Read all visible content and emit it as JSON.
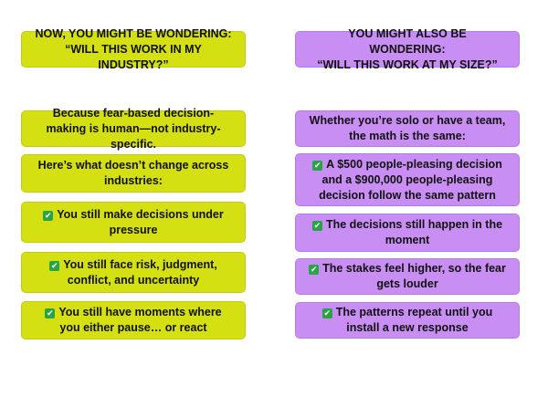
{
  "left": {
    "header": "NOW, YOU MIGHT BE WONDERING:\n“WILL THIS WORK IN MY INDUSTRY?”",
    "cards": [
      {
        "text": "Because fear-based decision-making is human—not industry-specific.",
        "check": false
      },
      {
        "text": "Here’s what doesn’t change across industries:",
        "check": false
      },
      {
        "text": "You still make decisions under pressure",
        "check": true
      },
      {
        "text": "You still face risk, judgment, conflict, and uncertainty",
        "check": true
      },
      {
        "text": "You still have moments where you either pause… or react",
        "check": true
      }
    ]
  },
  "right": {
    "header": "YOU MIGHT ALSO BE WONDERING:\n“WILL THIS WORK AT MY SIZE?”",
    "cards": [
      {
        "text": "Whether you’re solo or have a team, the math is the same:",
        "check": false
      },
      {
        "text": "A $500 people-pleasing decision and a $900,000 people-pleasing decision follow the same pattern",
        "check": true
      },
      {
        "text": "The decisions still happen in the moment",
        "check": true
      },
      {
        "text": "The stakes feel higher, so the fear gets louder",
        "check": true
      },
      {
        "text": "The patterns repeat until you install a new response",
        "check": true
      }
    ]
  },
  "check_glyph": "✔",
  "colors": {
    "left_card": "#d4e012",
    "right_card": "#c98ef4",
    "check_box": "#27a544"
  }
}
